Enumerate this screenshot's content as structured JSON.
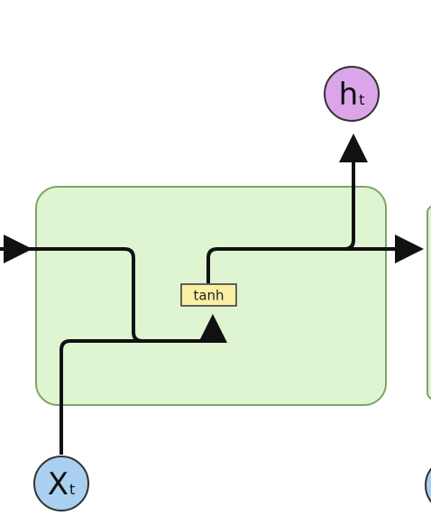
{
  "cell": {
    "fill": "#dff5d2",
    "border": "#7fa36a"
  },
  "activation": {
    "label": "tanh",
    "fill": "#fbefa5",
    "border": "#333333"
  },
  "input_node": {
    "main": "X",
    "sub": "t",
    "fill": "#a9d0f0",
    "border": "#333333"
  },
  "output_node": {
    "main": "h",
    "sub": "t",
    "fill": "#dba5ea",
    "border": "#333333"
  },
  "line_color": "#111111"
}
